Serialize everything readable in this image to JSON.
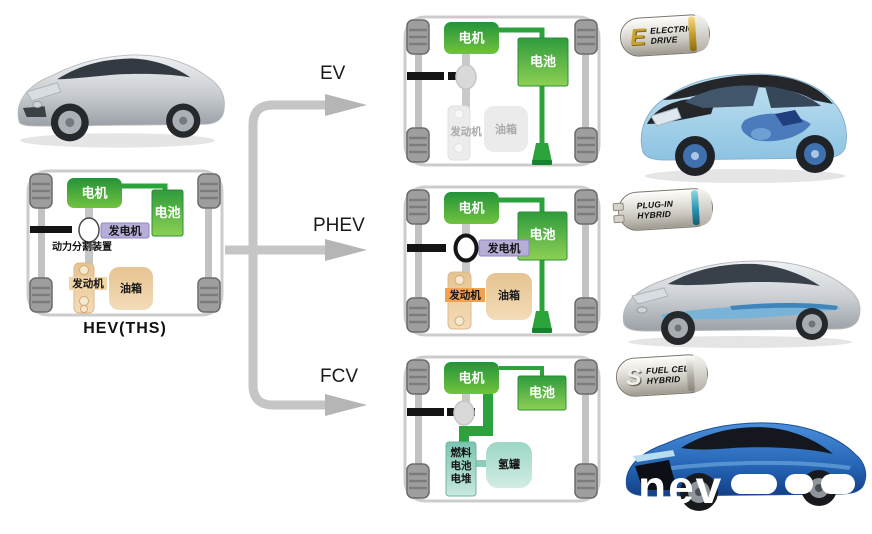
{
  "hev": {
    "caption": "HEV(THS)",
    "motor": "电机",
    "battery": "电池",
    "generator": "发电机",
    "power_split": "动力分割装置",
    "engine": "发动机",
    "fuel_tank": "油箱"
  },
  "ev": {
    "label": "EV",
    "motor": "电机",
    "battery": "电池",
    "engine": "发动机",
    "fuel_tank": "油箱",
    "badge_icon": "E",
    "badge1": "ELECTRIC",
    "badge2": "DRIVE"
  },
  "phev": {
    "label": "PHEV",
    "motor": "电机",
    "battery": "电池",
    "generator": "发电机",
    "engine": "发动机",
    "fuel_tank": "油箱",
    "badge1": "PLUG-IN",
    "badge2": "HYBRID"
  },
  "fcv": {
    "label": "FCV",
    "motor": "电机",
    "battery": "电池",
    "stack_l1": "燃料",
    "stack_l2": "电池",
    "stack_l3": "电堆",
    "h2_tank": "氢罐",
    "badge_icon": "S",
    "badge1": "FUEL CELL",
    "badge2": "HYBRID"
  },
  "watermark": "nev",
  "colors": {
    "motor_green_dark": "#239339",
    "motor_green_light": "#72c33f",
    "plug_green": "#2ca23c",
    "generator_purple": "#b7aed8",
    "engine_tan": "#e6c392",
    "engine_highlight_orange": "#f2a14e",
    "fuel_cell_teal": "#7cc4b2",
    "arrow_gray": "#c5c5c5"
  }
}
